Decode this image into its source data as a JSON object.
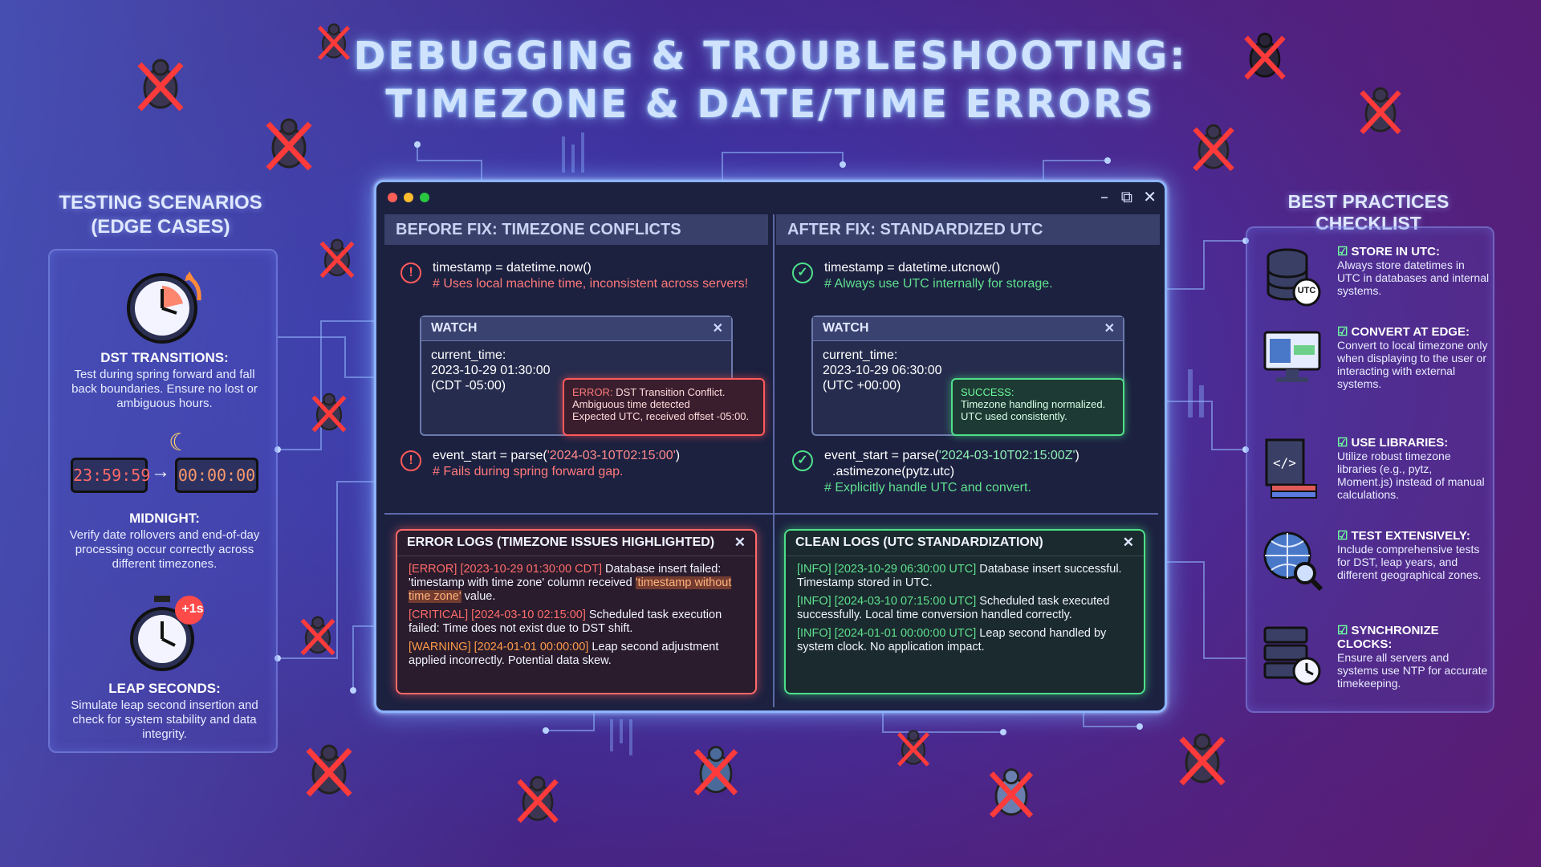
{
  "title": {
    "line1": "DEBUGGING & TROUBLESHOOTING:",
    "line2": "TIMEZONE & DATE/TIME ERRORS"
  },
  "testing": {
    "title_line1": "TESTING SCENARIOS",
    "title_line2": "(EDGE CASES)",
    "items": [
      {
        "icon": "clock-icon",
        "heading": "DST TRANSITIONS:",
        "text": "Test during spring forward and fall back boundaries. Ensure no lost or ambiguous hours."
      },
      {
        "icon": "digital-clock-icon",
        "heading": "MIDNIGHT:",
        "text": "Verify date rollovers and end-of-day processing occur correctly across different timezones.",
        "clock_from": "23:59:59",
        "clock_to": "00:00:00"
      },
      {
        "icon": "stopwatch-icon",
        "heading": "LEAP SECONDS:",
        "text": "Simulate leap second insertion and check for system stability and data integrity.",
        "badge": "+1s"
      }
    ]
  },
  "checklist": {
    "title": "BEST PRACTICES CHECKLIST",
    "items": [
      {
        "icon": "database-utc-icon",
        "heading": "STORE IN UTC:",
        "text": "Always store datetimes in UTC in databases and internal systems.",
        "badge": "UTC"
      },
      {
        "icon": "monitor-icon",
        "heading": "CONVERT AT EDGE:",
        "text": "Convert to local timezone only when displaying to the user or interacting with external systems."
      },
      {
        "icon": "books-code-icon",
        "heading": "USE LIBRARIES:",
        "text": "Utilize robust timezone libraries (e.g., pytz, Moment.js) instead of manual calculations."
      },
      {
        "icon": "globe-magnifier-icon",
        "heading": "TEST EXTENSIVELY:",
        "text": "Include comprehensive tests for DST, leap years, and different geographical zones."
      },
      {
        "icon": "server-clock-icon",
        "heading": "SYNCHRONIZE CLOCKS:",
        "text": "Ensure all servers and systems use NTP for accurate timekeeping."
      }
    ]
  },
  "window": {
    "controls": {
      "minimize": "–",
      "maximize": "⧉",
      "close": "✕"
    },
    "before": {
      "header": "BEFORE FIX: TIMEZONE CONFLICTS",
      "line1_code": "timestamp = datetime.now()",
      "line1_comment": "# Uses local machine time, inconsistent across servers!",
      "watch_title": "WATCH",
      "watch_var": "current_time:",
      "watch_value": "2023-10-29 01:30:00",
      "watch_offset": "(CDT -05:00)",
      "tip_label": "ERROR:",
      "tip_title": "DST Transition Conflict.",
      "tip_line2": "Ambiguous time detected",
      "tip_line3": "Expected UTC, received offset -05:00.",
      "line2_code_prefix": "event_start = parse(",
      "line2_string": "'2024-03-10T02:15:00'",
      "line2_code_suffix": ")",
      "line2_comment": "# Fails during spring forward gap."
    },
    "after": {
      "header": "AFTER FIX: STANDARDIZED UTC",
      "line1_code": "timestamp = datetime.utcnow()",
      "line1_comment": "# Always use UTC internally for storage.",
      "watch_title": "WATCH",
      "watch_var": "current_time:",
      "watch_value": "2023-10-29 06:30:00",
      "watch_offset": "(UTC +00:00)",
      "tip_label": "SUCCESS:",
      "tip_line2": "Timezone handling normalized.",
      "tip_line3": "UTC used consistently.",
      "line2_code_prefix": "event_start = parse(",
      "line2_string": "'2024-03-10T02:15:00Z'",
      "line2_code_suffix": ")",
      "line2_code2": ".astimezone(pytz.utc)",
      "line2_comment": "# Explicitly handle UTC and convert."
    },
    "error_logs": {
      "title": "ERROR LOGS (TIMEZONE ISSUES HIGHLIGHTED)",
      "entries": [
        {
          "tag": "[ERROR] [2023-10-29 01:30:00 CDT]",
          "text_a": " Database insert failed: 'timestamp with time zone' column received ",
          "highlight": "'timestamp without time zone'",
          "text_b": " value."
        },
        {
          "tag": "[CRITICAL] [2024-03-10 02:15:00]",
          "text": " Scheduled task execution failed: Time does not exist due to DST shift."
        },
        {
          "tag": "[WARNING] [2024-01-01 00:00:00]",
          "text": " Leap second adjustment applied incorrectly. Potential data skew."
        }
      ]
    },
    "clean_logs": {
      "title": "CLEAN LOGS (UTC STANDARDIZATION)",
      "entries": [
        {
          "tag": "[INFO] [2023-10-29 06:30:00 UTC]",
          "text": " Database insert successful. Timestamp stored in UTC."
        },
        {
          "tag": "[INFO] [2024-03-10 07:15:00 UTC]",
          "text": " Scheduled task executed successfully. Local time conversion handled correctly."
        },
        {
          "tag": "[INFO] [2024-01-01 00:00:00 UTC]",
          "text": " Leap second handled by system clock. No application impact."
        }
      ]
    }
  },
  "colors": {
    "error": "#ff5a5a",
    "success": "#4ee08a",
    "window_border": "#8cb3ff",
    "title_glow": "#cfe3ff"
  }
}
